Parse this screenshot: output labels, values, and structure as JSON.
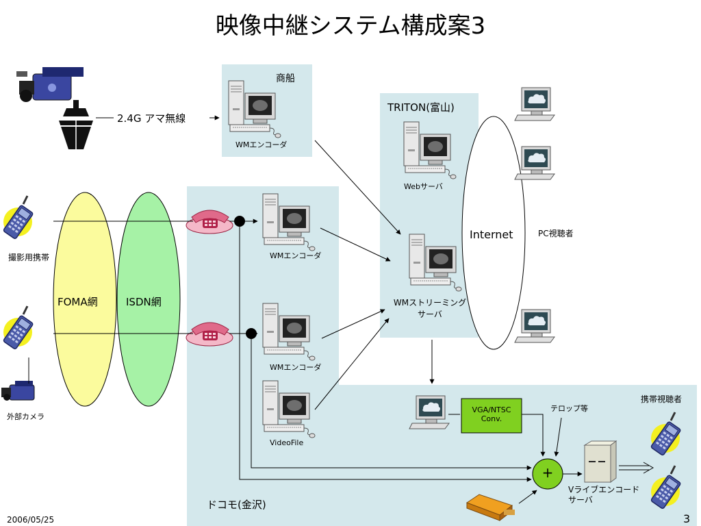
{
  "title": "映像中継システム構成案3",
  "footer": {
    "date": "2006/05/25",
    "page": "3"
  },
  "labels": {
    "shosen": "商船",
    "ama_musen": "2.4G アマ無線",
    "wm_encoder_ship": "WMエンコーダ",
    "triton": "TRITON(富山)",
    "web_server": "Webサーバ",
    "internet": "Internet",
    "pc_viewer": "PC視聴者",
    "camera_phone": "撮影用携帯",
    "foma": "FOMA網",
    "isdn": "ISDN網",
    "wm_encoder_1": "WMエンコーダ",
    "wm_streaming_1": "WMストリーミング",
    "wm_streaming_2": "サーバ",
    "wm_encoder_2": "WMエンコーダ",
    "external_camera": "外部カメラ",
    "videofile": "VideoFile",
    "vga_ntsc_1": "VGA/NTSC",
    "vga_ntsc_2": "Conv.",
    "telop": "テロップ等",
    "mobile_viewer": "携帯視聴者",
    "mixer_symbol": "+",
    "vlive_1": "Vライブエンコード",
    "vlive_2": "サーバ",
    "docomo": "ドコモ(金沢)"
  },
  "colors": {
    "box_fill": "#d4e8ec",
    "foma_fill": "#fbfb9d",
    "isdn_fill": "#a6f2a6",
    "converter_fill": "#80d020",
    "mixer_fill": "#80d020",
    "phone_yellow": "#f4f020",
    "phone_blue": "#4a5aa8",
    "ship_black": "#111111"
  }
}
